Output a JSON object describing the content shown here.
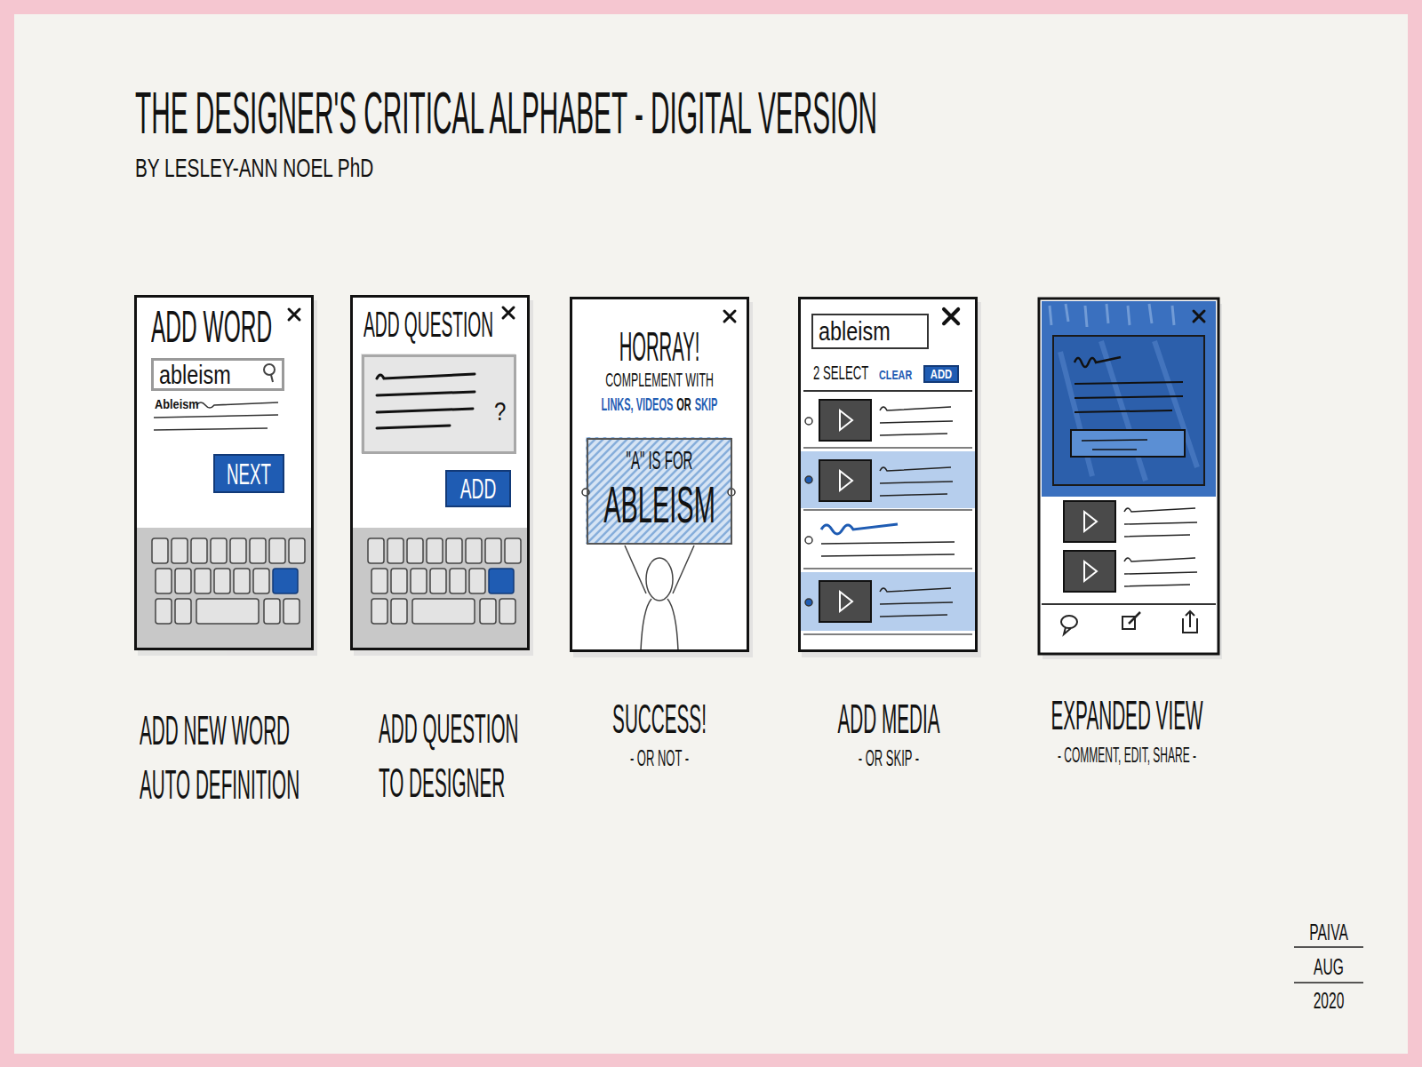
{
  "diagram": {
    "title": "THE DESIGNER'S CRITICAL ALPHABET - DIGITAL VERSION",
    "nodes": [
      {
        "text": [
          "ADD WORD",
          "Ableism"
        ]
      },
      {
        "text": [
          "ableism"
        ],
        "in": 0
      },
      {
        "text": [
          "NEXT"
        ],
        "in": 0
      },
      {
        "text": [
          "ADD QUESTION"
        ]
      },
      {
        "text": [
          "?"
        ],
        "in": 3
      },
      {
        "text": [
          "ADD"
        ],
        "in": 3
      },
      {
        "text": [
          "HORRAY!",
          "COMPLEMENT WITH",
          "LINKS, VIDEOS",
          "OR",
          "SKIP"
        ]
      },
      {
        "text": [
          "\"A\" IS FOR",
          "ABLEISM"
        ],
        "in": 6
      },
      {
        "text": [
          "2 SELECT",
          "CLEAR"
        ]
      },
      {
        "text": [
          "ableism"
        ],
        "in": 8
      },
      {
        "text": [
          "ADD"
        ],
        "in": 8
      }
    ],
    "labels": [
      "BY LESLEY-ANN NOEL PhD",
      "ADD NEW WORD AUTO DEFINITION",
      "ADD QUESTION TO DESIGNER",
      "SUCCESS!",
      "- OR NOT -",
      "ADD MEDIA",
      "- OR SKIP -",
      "EXPANDED VIEW",
      "- COMMENT, EDIT, SHARE -",
      "PAIVA",
      "AUG",
      "2020"
    ]
  }
}
